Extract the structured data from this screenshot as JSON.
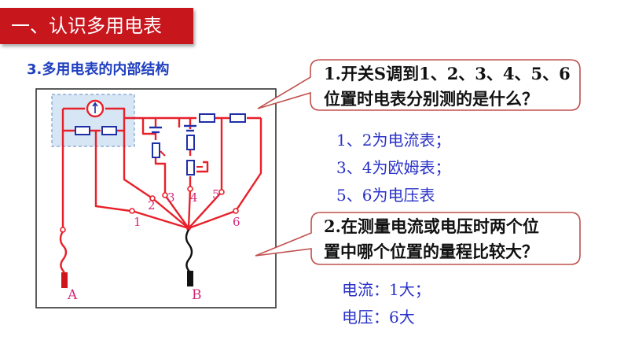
{
  "banner": {
    "title": "一、认识多用电表"
  },
  "section": {
    "heading": "3.多用电表的内部结构"
  },
  "diagram": {
    "pins": [
      "1",
      "2",
      "3",
      "4",
      "5",
      "6"
    ],
    "lead_a": "A",
    "lead_b": "B"
  },
  "question1": {
    "line1": "1.开关S调到1、2、3、4、5、6",
    "line2": "位置时电表分别测的是什么？"
  },
  "answers1": [
    "1、2为电流表；",
    "3、4为欧姆表；",
    "5、6为电压表"
  ],
  "question2": {
    "line1": "2.在测量电流或电压时两个位",
    "line2": "置中哪个位置的量程比较大？"
  },
  "answers2": [
    "电流：1大；",
    "电压：6大"
  ],
  "colors": {
    "banner_red": "#c8161d",
    "heading_blue": "#1f3fbf",
    "answer_blue": "#2a32c8",
    "wire_red": "#e8202a",
    "bubble_border": "#c0504d",
    "pin_pink": "#d4297a",
    "component_blue": "#1e2fa8"
  }
}
